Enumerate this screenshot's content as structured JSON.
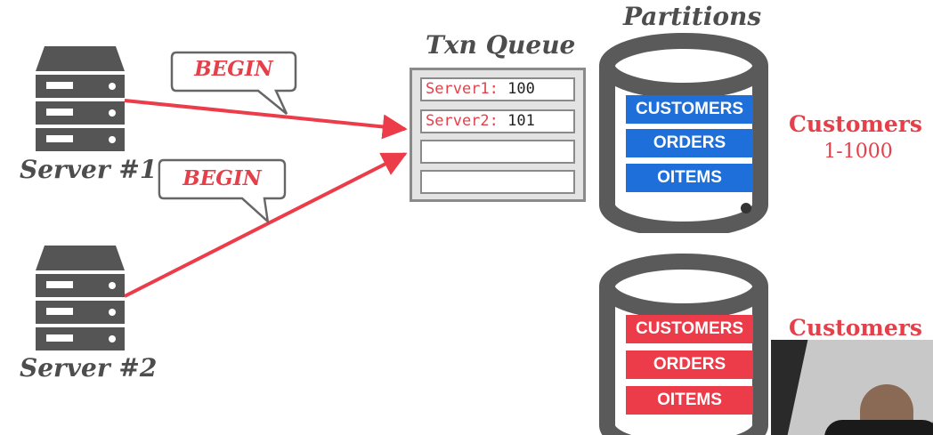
{
  "servers": [
    {
      "label": "Server #1"
    },
    {
      "label": "Server #2"
    }
  ],
  "messages": [
    {
      "label": "BEGIN"
    },
    {
      "label": "BEGIN"
    }
  ],
  "queue": {
    "title": "Txn Queue",
    "entries": [
      {
        "server": "Server1:",
        "txn_id": "100"
      },
      {
        "server": "Server2:",
        "txn_id": "101"
      },
      {
        "server": "",
        "txn_id": ""
      },
      {
        "server": "",
        "txn_id": ""
      }
    ]
  },
  "partitions": {
    "title": "Partitions",
    "items": [
      {
        "tables": [
          "CUSTOMERS",
          "ORDERS",
          "OITEMS"
        ],
        "label": "Customers",
        "range": "1-1000",
        "color": "#1e6fd9"
      },
      {
        "tables": [
          "CUSTOMERS",
          "ORDERS",
          "OITEMS"
        ],
        "label": "Customers",
        "range": "",
        "color": "#ec3b49"
      }
    ]
  },
  "colors": {
    "arrow": "#ec3b49",
    "server": "#555555",
    "cylinder": "#5a5a5a",
    "accent": "#e5404a"
  }
}
